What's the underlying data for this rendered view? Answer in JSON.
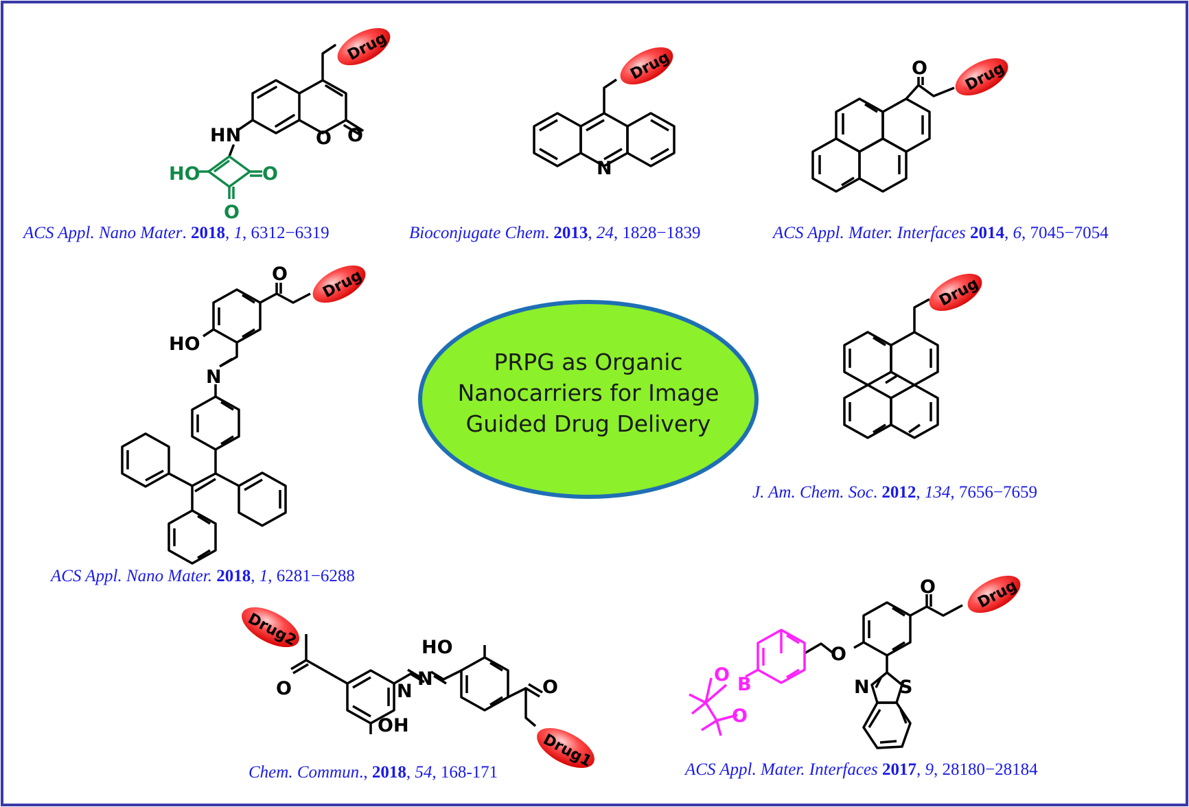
{
  "center": {
    "lines": [
      "PRPG as Organic",
      "Nanocarriers for Image",
      "Guided Drug Delivery"
    ]
  },
  "tags": {
    "drug": "Drug",
    "drug1": "Drug1",
    "drug2": "Drug2"
  },
  "atoms": {
    "hn": "HN",
    "ho": "HO",
    "o": "O",
    "n": "N",
    "oh": "OH",
    "s": "S",
    "b": "B"
  },
  "references": [
    {
      "journal": "ACS Appl. Nano Mater",
      "sep": ". ",
      "year": "2018",
      "vol": "1",
      "pages": ", 6312−6319"
    },
    {
      "journal": "Bioconjugate Chem",
      "sep": ". ",
      "year": "2013",
      "vol": "24",
      "pages": ", 1828−1839"
    },
    {
      "journal": "ACS Appl. Mater. Interfaces",
      "sep": " ",
      "year": "2014",
      "vol": "6",
      "pages": ", 7045−7054"
    },
    {
      "journal": "J. Am. Chem. Soc",
      "sep": ". ",
      "year": "2012",
      "vol": "134",
      "pages": ", 7656−7659"
    },
    {
      "journal": "ACS Appl. Nano Mater.",
      "sep": " ",
      "year": "2018",
      "vol": "1",
      "pages": ", 6281−6288"
    },
    {
      "journal": "Chem. Commun",
      "sep": "., ",
      "year": "2018",
      "vol": "54,",
      "pages": " 168-171"
    },
    {
      "journal": "ACS Appl. Mater. Interfaces",
      "sep": " ",
      "year": "2017",
      "vol": "9",
      "pages": ", 28180−28184"
    }
  ],
  "colors": {
    "border": "#3a3aa8",
    "ellipse_fill": "#8cf02a",
    "ellipse_stroke": "#1f6fb5",
    "drug_fill": "#ff3a3a",
    "squaric": "#118a4a",
    "boronate": "#ff22ff",
    "ref_text": "#1a1ae6"
  }
}
